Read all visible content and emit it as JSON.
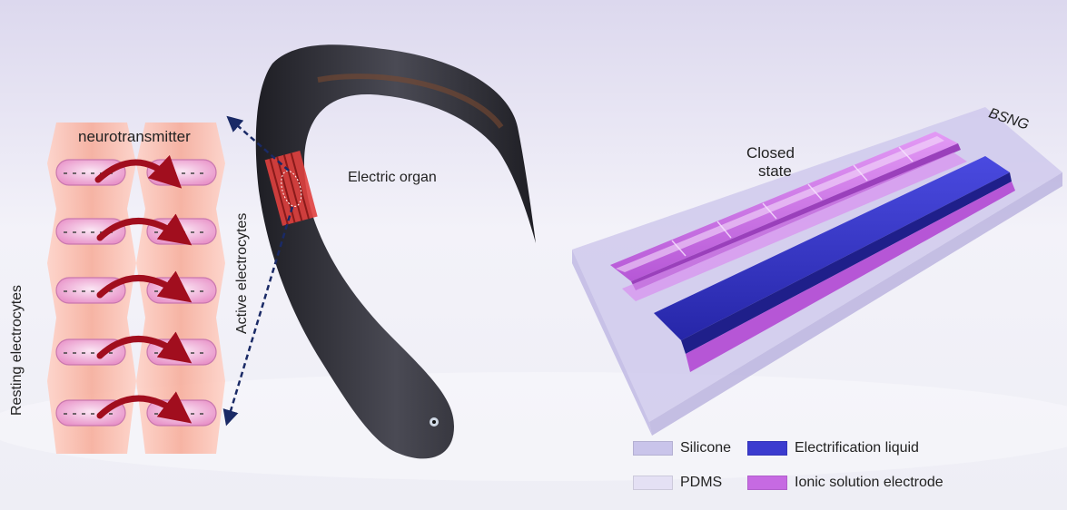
{
  "labels": {
    "neurotransmitter": "neurotransmitter",
    "resting": "Resting electrocytes",
    "active": "Active electrocytes",
    "electric_organ": "Electric organ",
    "closed_state_line1": "Closed",
    "closed_state_line2": "state",
    "bsng": "BSNG"
  },
  "legend": [
    {
      "label": "Silicone",
      "color": "#c9c4ea"
    },
    {
      "label": "PDMS",
      "color": "#e4e0f4"
    },
    {
      "label": "Electrification liquid",
      "color": "#3b3bcf"
    },
    {
      "label": "Ionic solution electrode",
      "color": "#c66ae2"
    }
  ],
  "colors": {
    "background": "#ececf6",
    "eel": "#34343c",
    "electrocyte": "#f3b9d8",
    "arrow": "#a10e1e",
    "tissue": "#f9b7a8"
  }
}
